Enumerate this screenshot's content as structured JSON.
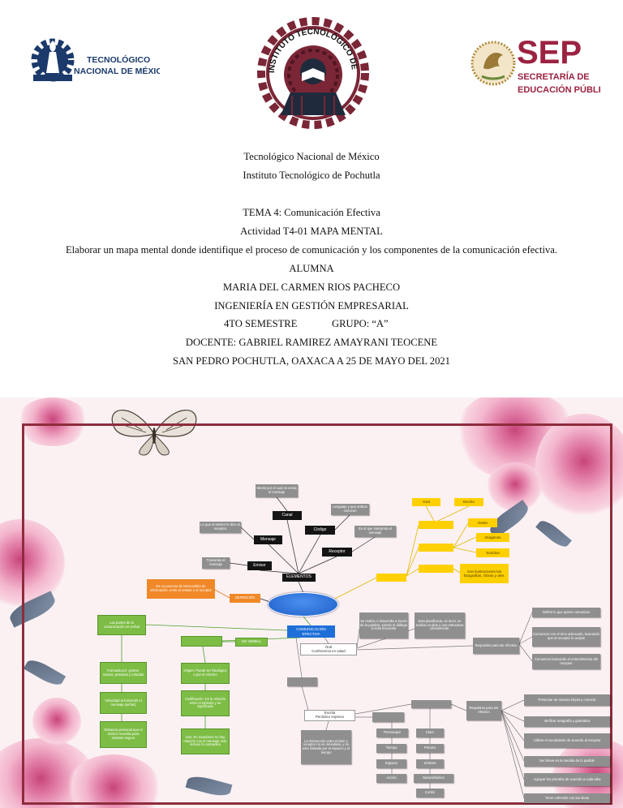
{
  "logos": {
    "tnm": {
      "line1": "TECNOLÓGICO",
      "line2": "NACIONAL DE MÉXICO"
    },
    "itp": {
      "seal_text": "INSTITUTO TECNOLÓGICO DE POCHUTLA"
    },
    "sep": {
      "acronym": "SEP",
      "line1": "SECRETARÍA DE",
      "line2": "EDUCACIÓN PÚBLICA"
    }
  },
  "header": {
    "institution": "Tecnológico Nacional de México",
    "campus": "Instituto Tecnológico de Pochutla",
    "topic": "TEMA 4: Comunicación Efectiva",
    "activity": "Actividad T4-01 MAPA MENTAL",
    "instructions": "Elaborar un mapa mental donde identifique el proceso de comunicación y los componentes de la comunicación efectiva.",
    "student_label": "ALUMNA",
    "student_name": "MARIA DEL CARMEN RIOS PACHECO",
    "career": "INGENIERÍA EN GESTIÓN EMPRESARIAL",
    "semester": "4TO SEMESTRE",
    "group": "GRUPO: “A”",
    "teacher": "DOCENTE: GABRIEL RAMIREZ AMAYRANI TEOCENE",
    "place_date": "SAN PEDRO POCHUTLA, OAXACA A 25 DE MAYO DEL 2021"
  },
  "mindmap": {
    "nodes": {
      "medio": "Medio por el cual se envía el mensaje",
      "canal": "Canal",
      "lenguaje": "Lenguaje y que ambos conocen",
      "lo_que": "Lo que el emisor le dice al receptor",
      "codigo": "Código",
      "interpreta": "Es el que interpreta el mensaje",
      "mensaje": "Mensaje",
      "receptor": "Receptor",
      "transmite": "Transmite el mensaje",
      "emisor": "Emisor",
      "elementos": "ELEMENTOS",
      "definicion_text": "Es un proceso de intercambio de información, entre el emisor y el receptor",
      "definicion": "DEFINICIÓN",
      "oral_y": "Oral",
      "escrito_y": "Escrito",
      "gesto": "Gesto",
      "imagenes": "Imágenes",
      "sonidos": "Sonidos",
      "ilustraciones": "Son ilustraciones las fotografías. Obras y arte.",
      "comunicacion": "COMUNICACIÓN EFECTIVA",
      "partes": "Las partes de la comunicación es verbal",
      "no_verbal": "NO VERBAL",
      "formada": "Formada por: gestos, manos, posturas y miradas",
      "origen": "Origen: Puede ser fisiológico o por el entorno",
      "velocidad": "Velocidad al transmitir el mensaje (señas)",
      "codificacion": "Codificación: Es la relación entre el símbolo y su significado",
      "distancia": "Distancia personal que el emisor necesita para sentirse seguro",
      "uso": "Uso: En ocasiones no hay relación con el mensaje oral, incluso lo contradice",
      "se_realiza": "Se realiza o desarrolla a través de la palabra, siendo el diálogo la más frecuente",
      "planificada": "Esta planificada, es decir, se realiza un plan y una estructura previamente",
      "oral_label": "Oral",
      "oral_example": "Conferencia en salud",
      "requisitos1": "Requisitos para ser efectivo",
      "definir": "Definir lo que quiere comunicar",
      "tono": "Comunicar con el tono adecuado, buscando que el receptor lo acepte",
      "entendimiento": "Comunicar buscando el entendimiento del receptor",
      "escrita_label": "Escrita",
      "escrita_example": "Periódico impreso",
      "interaccion": "La interacción entre emisor y receptor no es inmediata, y no esta limitada por el espacio y el tiempo",
      "requisitos2": "Requisitos para ser efectivo",
      "limpia": "Presentar de manera limpia y correcta",
      "ortografia": "Verificar ortografía y gramática",
      "vocabulario": "Utilizar el vocabulario de acuerdo al receptor",
      "breve": "Ser breve en la medida de lo posible",
      "parrafos": "Agrupar los párrafos de acuerdo a cada idea",
      "cohesion": "Tener cohesión con las ideas",
      "personajes": "Personajes",
      "tiempo": "Tiempo",
      "espacio": "Espacio",
      "accion": "Acción",
      "claro": "Claro",
      "preciso": "Preciso",
      "sintesis": "Síntesis",
      "natural": "Natural/básico",
      "cortes": "Cortés"
    }
  },
  "colors": {
    "navy": "#1b3a6b",
    "maroon": "#7a2636",
    "frame": "#8e2c3c",
    "node_black": "#141414",
    "node_gray": "#8f8f8f",
    "node_yellow": "#ffd000",
    "node_orange": "#f08828",
    "node_green": "#7dbd45",
    "node_blue": "#1f6fd8"
  }
}
